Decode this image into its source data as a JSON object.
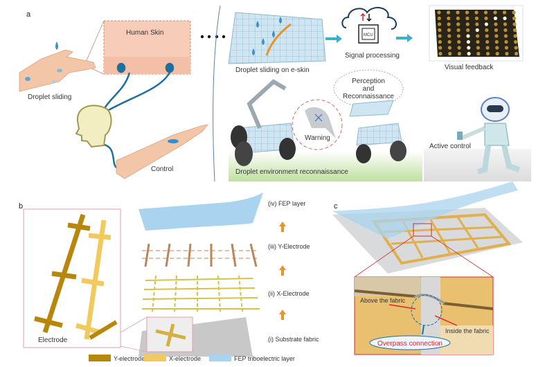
{
  "panel_a": {
    "letter": "a",
    "skin_label": "Human Skin",
    "droplet_sliding": "Droplet sliding",
    "control": "Control",
    "eskin_label": "Droplet sliding on e-skin",
    "mcu": "MCU",
    "signal_processing": "Signal processing",
    "visual_feedback": "Visual feedback",
    "perception": [
      "Perception",
      "and",
      "Reconnaissance"
    ],
    "warning": "Warning",
    "reconnaissance": "Droplet environment reconnaissance",
    "active_control": "Active control"
  },
  "panel_b": {
    "letter": "b",
    "electrode": "Electrode",
    "layers": [
      "(iv) FEP layer",
      "(iii) Y-Electrode",
      "(ii) X-Electrode",
      "(i) Substrate fabric"
    ]
  },
  "panel_c": {
    "letter": "c",
    "above": "Above the fabric",
    "inside": "Inside the fabric",
    "overpass": "Overpass connection"
  },
  "legend": [
    {
      "label": "Y-electrode",
      "color": "#b8860b"
    },
    {
      "label": "X-electrode",
      "color": "#f2c95c"
    },
    {
      "label": "FEP triboelectric layer",
      "color": "#a9d3ee"
    }
  ],
  "colors": {
    "skin": "#f4c6a8",
    "nerve": "#1f6e9e",
    "droplet": "#3f8fc8",
    "red": "#d42a2a",
    "arrow": "#e8942a",
    "teal": "#3bb0c9"
  }
}
